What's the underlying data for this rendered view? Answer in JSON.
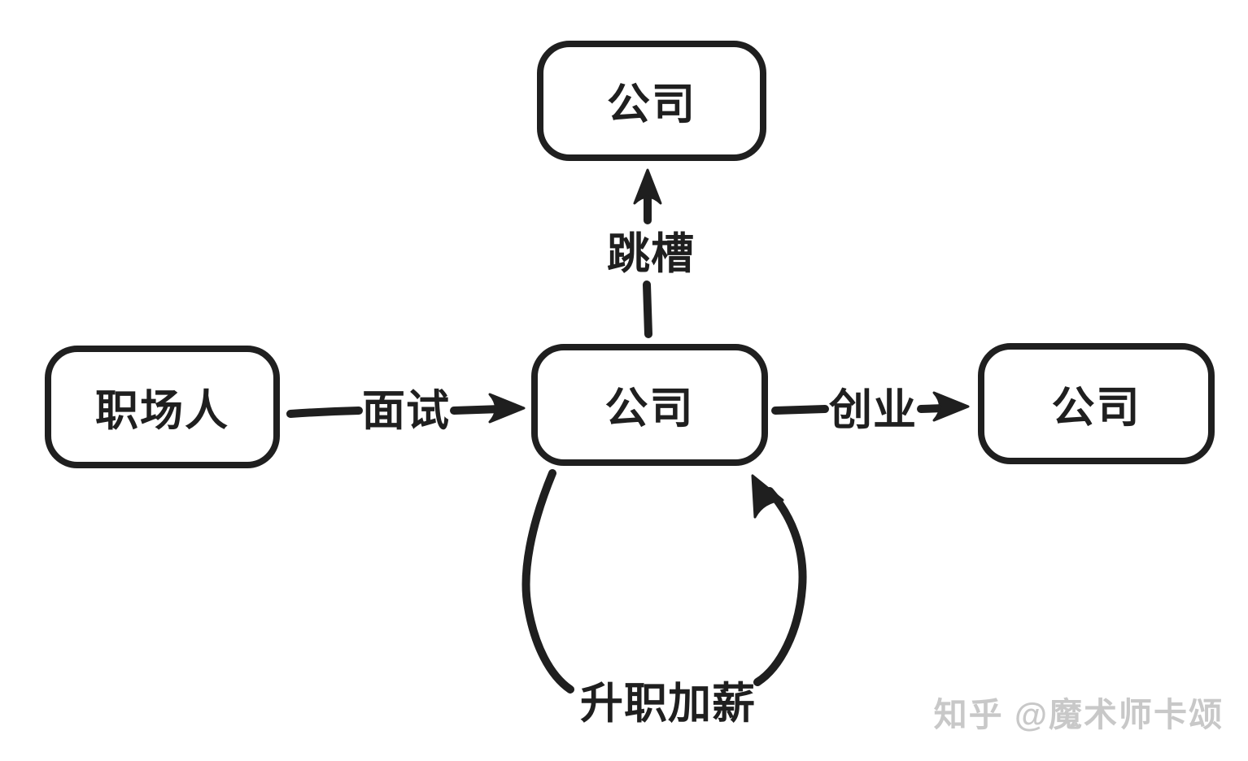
{
  "diagram": {
    "nodes": [
      {
        "id": "company-top",
        "label": "公司"
      },
      {
        "id": "worker",
        "label": "职场人"
      },
      {
        "id": "company-center",
        "label": "公司"
      },
      {
        "id": "company-right",
        "label": "公司"
      }
    ],
    "edges": [
      {
        "id": "job-hop",
        "label": "跳槽",
        "from": "company-center",
        "to": "company-top"
      },
      {
        "id": "interview",
        "label": "面试",
        "from": "worker",
        "to": "company-center"
      },
      {
        "id": "startup",
        "label": "创业",
        "from": "company-center",
        "to": "company-right"
      },
      {
        "id": "promotion-raise",
        "label": "升职加薪",
        "from": "company-center",
        "to": "company-center"
      }
    ]
  },
  "watermark": {
    "text": "知乎 @魔术师卡颂"
  },
  "colors": {
    "ink": "#1f1f1f",
    "background": "#ffffff",
    "watermark": "#c8c8c8"
  }
}
